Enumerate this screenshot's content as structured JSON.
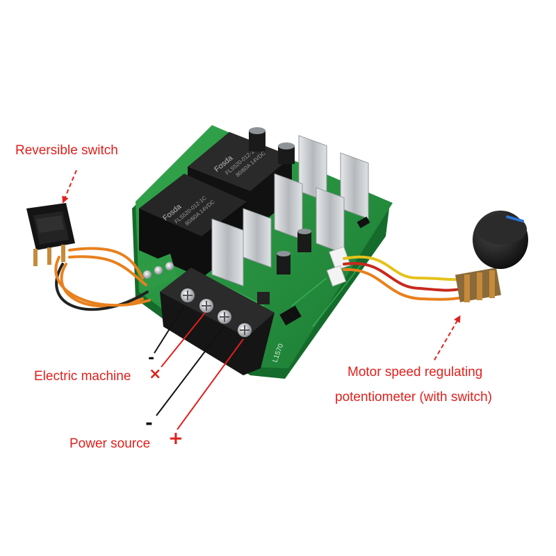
{
  "labels": {
    "reversible_switch": "Reversible switch",
    "electric_machine": "Electric machine",
    "power_source": "Power source",
    "potentiometer_line1": "Motor speed regulating",
    "potentiometer_line2": "potentiometer (with switch)"
  },
  "polarity": {
    "machine_minus": "-",
    "machine_plus": "×",
    "source_minus": "-",
    "source_plus": "+"
  },
  "board_text": {
    "relay_brand": "Fosda",
    "relay_model": "FLS520-012-1C",
    "relay_rating": "80/60A 14VDC",
    "pcb_marking": "L1570"
  },
  "colors": {
    "annotation": "#e0201c",
    "pcb": "#1f8a3a",
    "relay": "#1b1b1b",
    "heatsink": "#c9ccd0",
    "terminal_block": "#151515",
    "green_terminal": "#2f9a46",
    "wire_orange": "#e8801e",
    "wire_yellow": "#e6c21a",
    "wire_red": "#c8281e",
    "wire_black": "#222222"
  },
  "icons": {
    "switch": "rocker-switch-icon",
    "knob": "potentiometer-knob-icon",
    "screw": "terminal-screw-icon"
  }
}
